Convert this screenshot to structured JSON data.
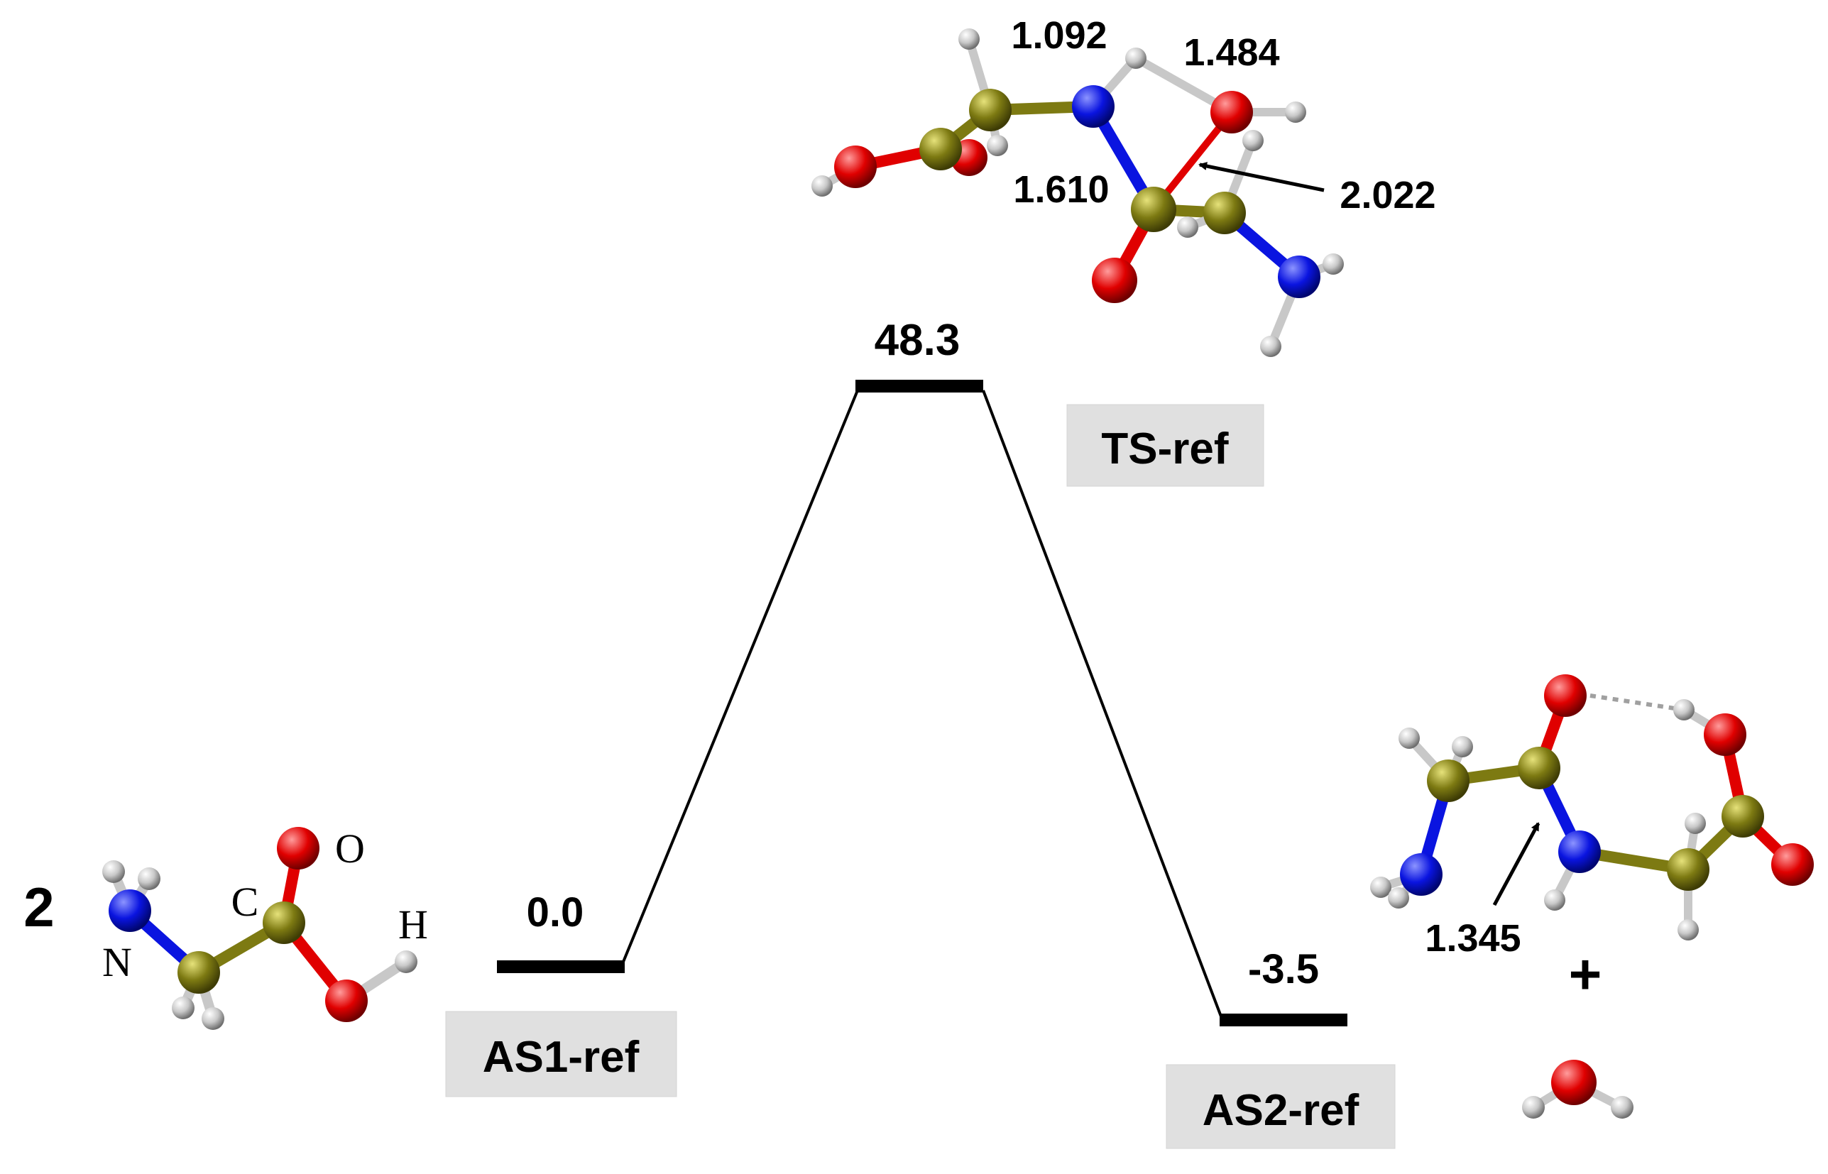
{
  "diagram": {
    "compound_number": "2",
    "states": [
      {
        "name": "AS1-ref",
        "energy": "0.0"
      },
      {
        "name": "TS-ref",
        "energy": "48.3"
      },
      {
        "name": "AS2-ref",
        "energy": "-3.5"
      }
    ],
    "reactant_atom_labels": {
      "n": "N",
      "c": "C",
      "o": "O",
      "h": "H"
    },
    "ts_distances": [
      "1.092",
      "1.484",
      "1.610",
      "2.022"
    ],
    "product_distance": "1.345",
    "plus": "+"
  },
  "colors": {
    "carbon": "#7d7a12",
    "nitrogen": "#0a14e0",
    "oxygen": "#e00000",
    "hydrogen": "#c8c8c8",
    "label_box": "#e0e0e0",
    "level": "#000000"
  }
}
